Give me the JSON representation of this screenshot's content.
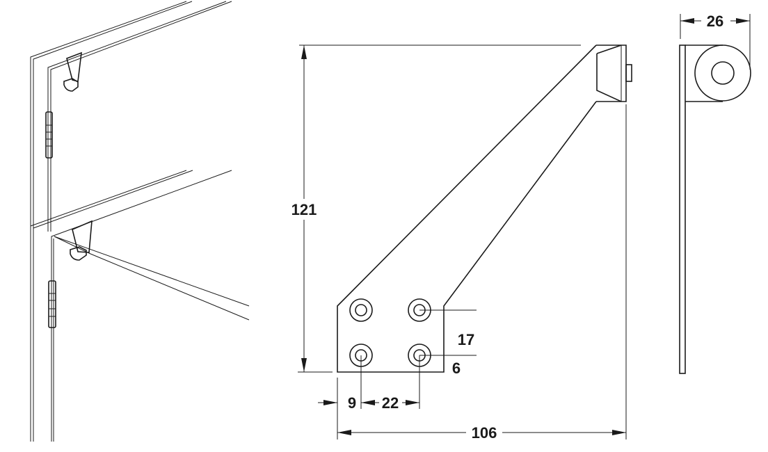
{
  "title": "Bracket dimension drawing",
  "colors": {
    "line": "#1a1a1a",
    "background": "#ffffff"
  },
  "dimensions": {
    "height": "121",
    "width": "106",
    "depth": "26",
    "hole_offset_x": "9",
    "hole_spacing_x": "22",
    "hole_spacing_y": "17",
    "hole_offset_y": "6"
  }
}
